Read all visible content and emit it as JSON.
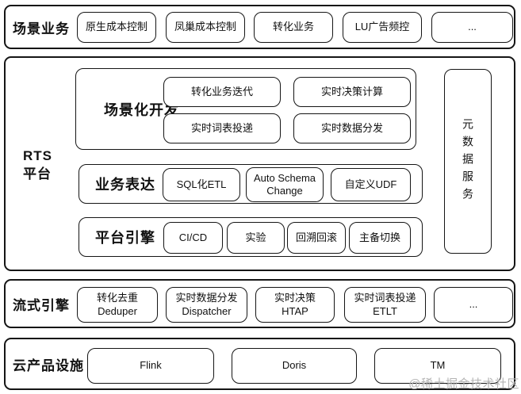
{
  "layers": {
    "scenario": {
      "label": "场景业务",
      "items": [
        "原生成本控制",
        "凤巢成本控制",
        "转化业务",
        "LU广告频控",
        "..."
      ]
    },
    "rts": {
      "label1": "RTS",
      "label2": "平台",
      "scenario_dev": {
        "label": "场景化开发",
        "items": [
          "转化业务迭代",
          "实时决策计算",
          "实时词表投递",
          "实时数据分发"
        ]
      },
      "business_expression": {
        "label": "业务表达",
        "items": [
          "SQL化ETL",
          "Auto Schema Change",
          "自定义UDF"
        ]
      },
      "platform_engine": {
        "label": "平台引擎",
        "items": [
          "CI/CD",
          "实验",
          "回溯回滚",
          "主备切换"
        ]
      },
      "metadata_service": {
        "label": "元数据服务"
      }
    },
    "streaming": {
      "label": "流式引擎",
      "items": [
        {
          "line1": "转化去重",
          "line2": "Deduper"
        },
        {
          "line1": "实时数据分发",
          "line2": "Dispatcher"
        },
        {
          "line1": "实时决策",
          "line2": "HTAP"
        },
        {
          "line1": "实时词表投递",
          "line2": "ETLT"
        },
        {
          "line1": "...",
          "line2": ""
        }
      ]
    },
    "cloud": {
      "label": "云产品设施",
      "items": [
        "Flink",
        "Doris",
        "TM"
      ]
    }
  },
  "watermark": "@稀土掘金技术社区",
  "colors": {
    "border": "#151515",
    "text": "#111111",
    "watermark": "#b4b4b4",
    "background": "#ffffff"
  }
}
